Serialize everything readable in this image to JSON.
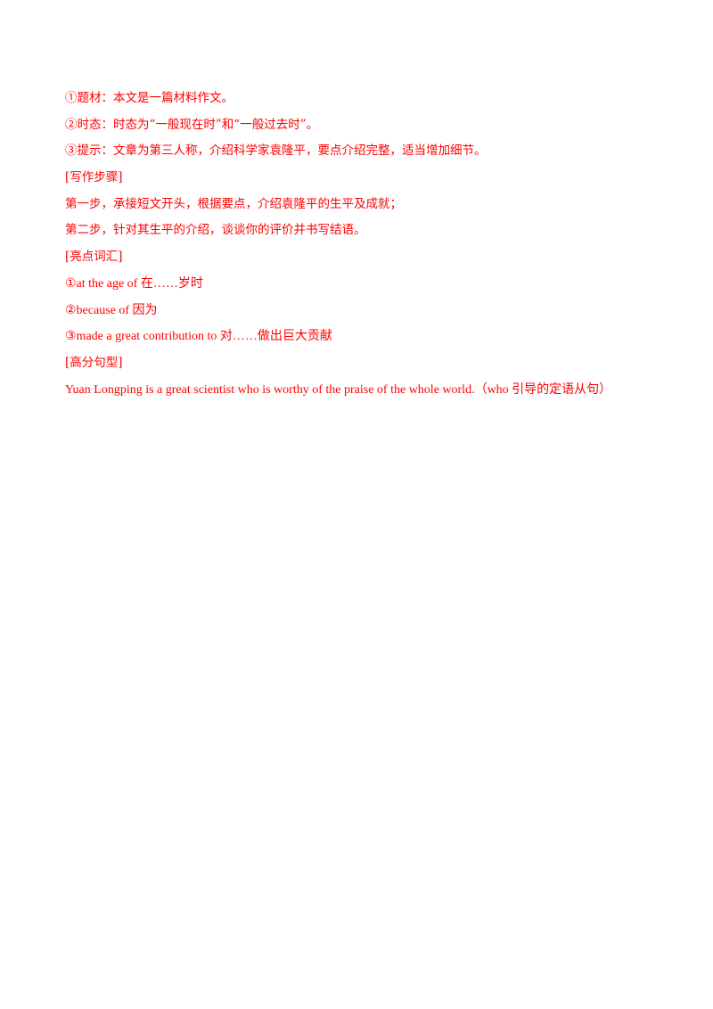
{
  "colors": {
    "text": "#ff0000",
    "background": "#ffffff"
  },
  "document": {
    "lines": [
      "①题材：本文是一篇材料作文。",
      "②时态：时态为“一般现在时”和“一般过去时”。",
      "③提示：文章为第三人称，介绍科学家袁隆平，要点介绍完整，适当增加细节。",
      "[写作步骤]",
      "第一步，承接短文开头，根据要点，介绍袁隆平的生平及成就；",
      "第二步，针对其生平的介绍，谈谈你的评价并书写结语。",
      "[亮点词汇]",
      "①at the age of 在……岁时",
      "②because of 因为",
      "③made a great contribution to 对……做出巨大贡献",
      "[高分句型]",
      "Yuan Longping is a great scientist who is worthy of the praise of the whole world.（who 引导的定语从句）"
    ]
  }
}
